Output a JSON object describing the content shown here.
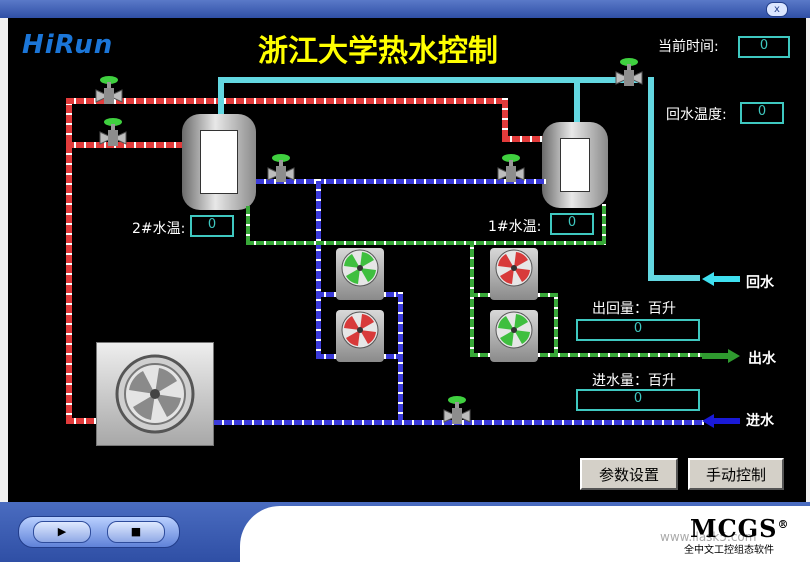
{
  "window": {
    "close_label": "x"
  },
  "header": {
    "logo": "HiRun",
    "title": "浙江大学热水控制"
  },
  "current_time": {
    "label": "当前时间:",
    "value": "0"
  },
  "return_temp": {
    "label": "回水温度:",
    "value": "0"
  },
  "tank2": {
    "label": "2#水温:",
    "value": "0"
  },
  "tank1": {
    "label": "1#水温:",
    "value": "0"
  },
  "return_flow": {
    "label": "出回量：百升",
    "value": "0"
  },
  "inlet_flow": {
    "label": "进水量：百升",
    "value": "0"
  },
  "flows": {
    "return_water": "回水",
    "outlet_water": "出水",
    "inlet_water": "进水"
  },
  "buttons": {
    "params": "参数设置",
    "manual": "手动控制"
  },
  "player": {
    "play": "▶",
    "stop": "■"
  },
  "footer": {
    "brand": "MCGS",
    "trademark": "®",
    "subtitle": "全中文工控组态软件",
    "watermark": "www.ilask5.com"
  },
  "colors": {
    "hot_pipe": "#e23b3b",
    "return_pipe": "#63d7e1",
    "cold_pipe": "#3a3ad8",
    "outlet_pipe": "#38a838",
    "title": "#ffff00",
    "value_box": "#3fc8c0"
  },
  "pumps": [
    {
      "name": "pump-top-left",
      "status": "on",
      "color": "#3fbf3f"
    },
    {
      "name": "pump-bottom-left",
      "status": "off",
      "color": "#d83a3a"
    },
    {
      "name": "pump-top-right",
      "status": "off",
      "color": "#d83a3a"
    },
    {
      "name": "pump-bottom-right",
      "status": "on",
      "color": "#3fbf3f"
    }
  ]
}
